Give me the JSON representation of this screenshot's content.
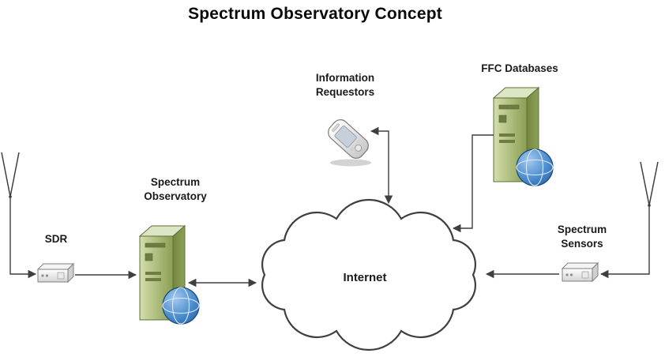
{
  "title": "Spectrum Observatory Concept",
  "diagram": {
    "nodes": {
      "sdr": "SDR",
      "observatory": "Spectrum Observatory",
      "requestors": "Information Requestors",
      "ffc": "FFC Databases",
      "internet": "Internet",
      "sensors": "Spectrum Sensors"
    },
    "icons": {
      "observatory": "server-tower-globe-icon",
      "ffc": "server-tower-globe-icon",
      "requestors": "mobile-phone-icon",
      "sdr": "receiver-box-icon",
      "sensors": "receiver-box-icon",
      "antenna_left": "antenna-icon",
      "antenna_right": "antenna-icon",
      "internet": "cloud-shape"
    },
    "colors": {
      "outline": "#3f3f3f",
      "server_front": "#a9bd71",
      "server_top": "#dde6c4",
      "server_side": "#7e914b",
      "globe_blue": "#3a7dc0",
      "label_text": "#1a1a1a"
    }
  }
}
